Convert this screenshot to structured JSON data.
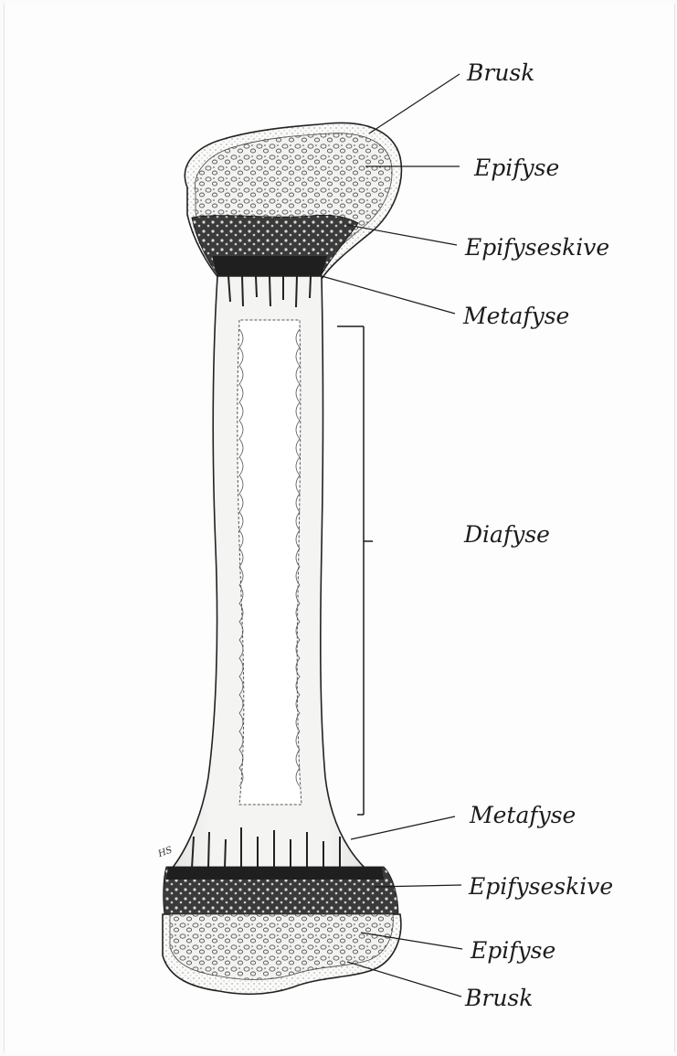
{
  "labels": {
    "brusk_top": "Brusk",
    "epifyse_top": "Epifyse",
    "epifyseskive_top": "Epifyseskive",
    "metafyse_top": "Metafyse",
    "diafyse": "Diafyse",
    "metafyse_bottom": "Metafyse",
    "epifyseskive_bottom": "Epifyseskive",
    "epifyse_bottom": "Epifyse",
    "brusk_bottom": "Brusk"
  },
  "signature": "HS",
  "colors": {
    "ink": "#1c1c1c",
    "bone_fill": "#f3f3f1",
    "growth_plate": "#2a2a2a",
    "paper": "#fdfdfd"
  }
}
